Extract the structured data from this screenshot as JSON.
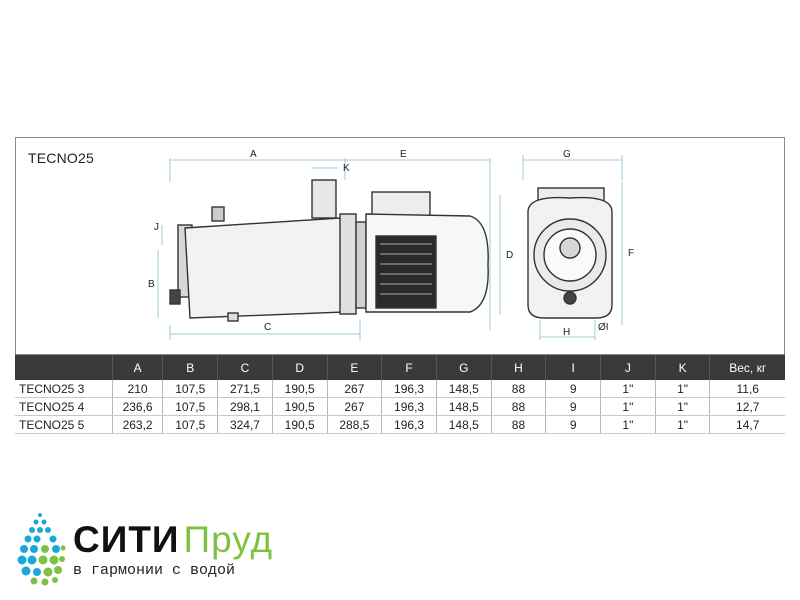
{
  "model_title": "TECNO25",
  "dimension_letters": {
    "A": "A",
    "B": "B",
    "C": "C",
    "D": "D",
    "E": "E",
    "F": "F",
    "G": "G",
    "H": "H",
    "J": "J",
    "K": "K",
    "I": "ØI"
  },
  "table": {
    "headers": [
      "",
      "A",
      "B",
      "C",
      "D",
      "E",
      "F",
      "G",
      "H",
      "I",
      "J",
      "K",
      "Вес, кг"
    ],
    "rows": [
      [
        "TECNO25 3",
        "210",
        "107,5",
        "271,5",
        "190,5",
        "267",
        "196,3",
        "148,5",
        "88",
        "9",
        "1\"",
        "1\"",
        "11,6"
      ],
      [
        "TECNO25 4",
        "236,6",
        "107,5",
        "298,1",
        "190,5",
        "267",
        "196,3",
        "148,5",
        "88",
        "9",
        "1\"",
        "1\"",
        "12,7"
      ],
      [
        "TECNO25 5",
        "263,2",
        "107,5",
        "324,7",
        "190,5",
        "288,5",
        "196,3",
        "148,5",
        "88",
        "9",
        "1\"",
        "1\"",
        "14,7"
      ]
    ]
  },
  "brand": {
    "name_part1": "СИТИ",
    "name_part2": "Пруд",
    "slogan": "в гармонии с водой",
    "accent_color": "#7dc242",
    "logo_dot_colors": [
      "#1aa8d8",
      "#7dc242"
    ]
  },
  "colors": {
    "dimension_lines": "#9fc8d8",
    "table_header_bg": "#3a3a3a"
  }
}
